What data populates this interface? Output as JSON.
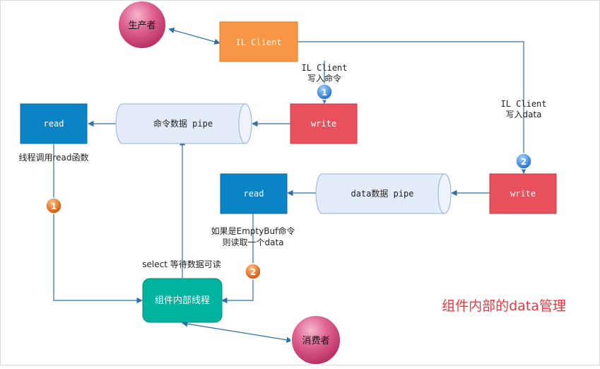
{
  "nodes": {
    "producer": "生产者",
    "consumer": "消费者",
    "il_client": "IL Client",
    "write_cmd": "write",
    "write_data": "write",
    "cmd_pipe": "命令数据 pipe",
    "data_pipe": "data数据 pipe",
    "read_top": "read",
    "read_mid": "read",
    "worker": "组件内部线程"
  },
  "labels": {
    "il_write_cmd_line1": "IL Client",
    "il_write_cmd_line2": "写入命令",
    "il_write_data_line1": "IL Client",
    "il_write_data_line2": "写入data",
    "thread_call_read": "线程调用read函数",
    "select_wait": "select 等待数据可读",
    "emptybuf_line1": "如果是EmptyBuf命令",
    "emptybuf_line2": "则读取一个data"
  },
  "badges": {
    "blue_1": "1",
    "blue_2": "2",
    "orange_1": "1",
    "orange_2": "2"
  },
  "title": "组件内部的data管理",
  "colors": {
    "il_client": "#f79646",
    "write": "#e8505b",
    "read": "#0b84c6",
    "pipe_fill": "#e3ecf8",
    "pipe_stroke": "#95b3d7",
    "worker": "#00b3a0",
    "bubble": "#d6457a",
    "line": "#2f6fa3",
    "badge_blue": "#2b86e0",
    "badge_orange": "#e36c0a",
    "title": "#e8383d"
  }
}
